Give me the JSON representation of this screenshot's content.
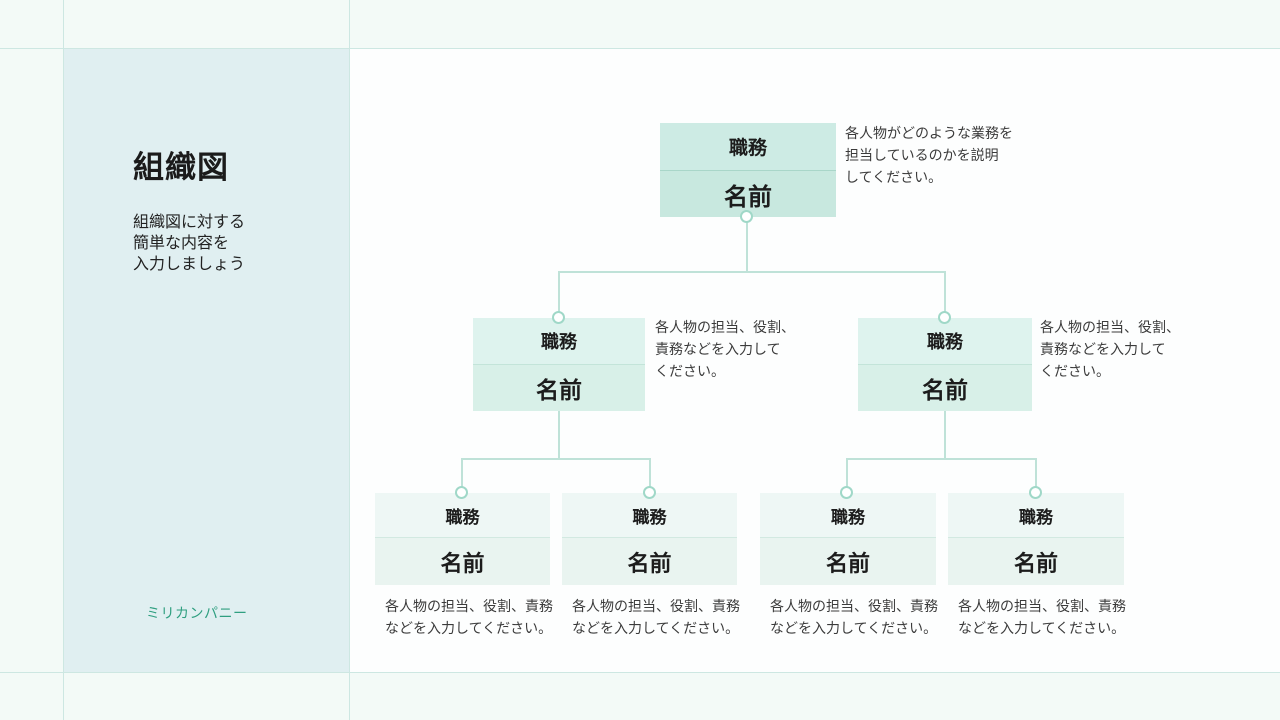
{
  "sidebar": {
    "title": "組織図",
    "description": "組織図に対する\n簡単な内容を\n入力しましょう",
    "company": "ミリカンパニー"
  },
  "chart": {
    "root": {
      "role": "職務",
      "name": "名前",
      "note": "各人物がどのような業務を\n担当しているのかを説明\nしてください。"
    },
    "managers": [
      {
        "role": "職務",
        "name": "名前",
        "note": "各人物の担当、役割、\n責務などを入力して\nください。"
      },
      {
        "role": "職務",
        "name": "名前",
        "note": "各人物の担当、役割、\n責務などを入力して\nください。"
      }
    ],
    "members": [
      {
        "role": "職務",
        "name": "名前",
        "note": "各人物の担当、役割、責務\nなどを入力してください。"
      },
      {
        "role": "職務",
        "name": "名前",
        "note": "各人物の担当、役割、責務\nなどを入力してください。"
      },
      {
        "role": "職務",
        "name": "名前",
        "note": "各人物の担当、役割、責務\nなどを入力してください。"
      },
      {
        "role": "職務",
        "name": "名前",
        "note": "各人物の担当、役割、責務\nなどを入力してください。"
      }
    ]
  },
  "colors": {
    "accent_teal": "#2f9f80",
    "sidebar_bg": "#e0eff1",
    "node_tier1": "#cdebe4",
    "node_tier2": "#def3ee",
    "node_tier3": "#eef7f5",
    "connector": "#bfe2d8",
    "canvas_bg": "#fdfefe",
    "margin_bg": "#f3faf7"
  }
}
